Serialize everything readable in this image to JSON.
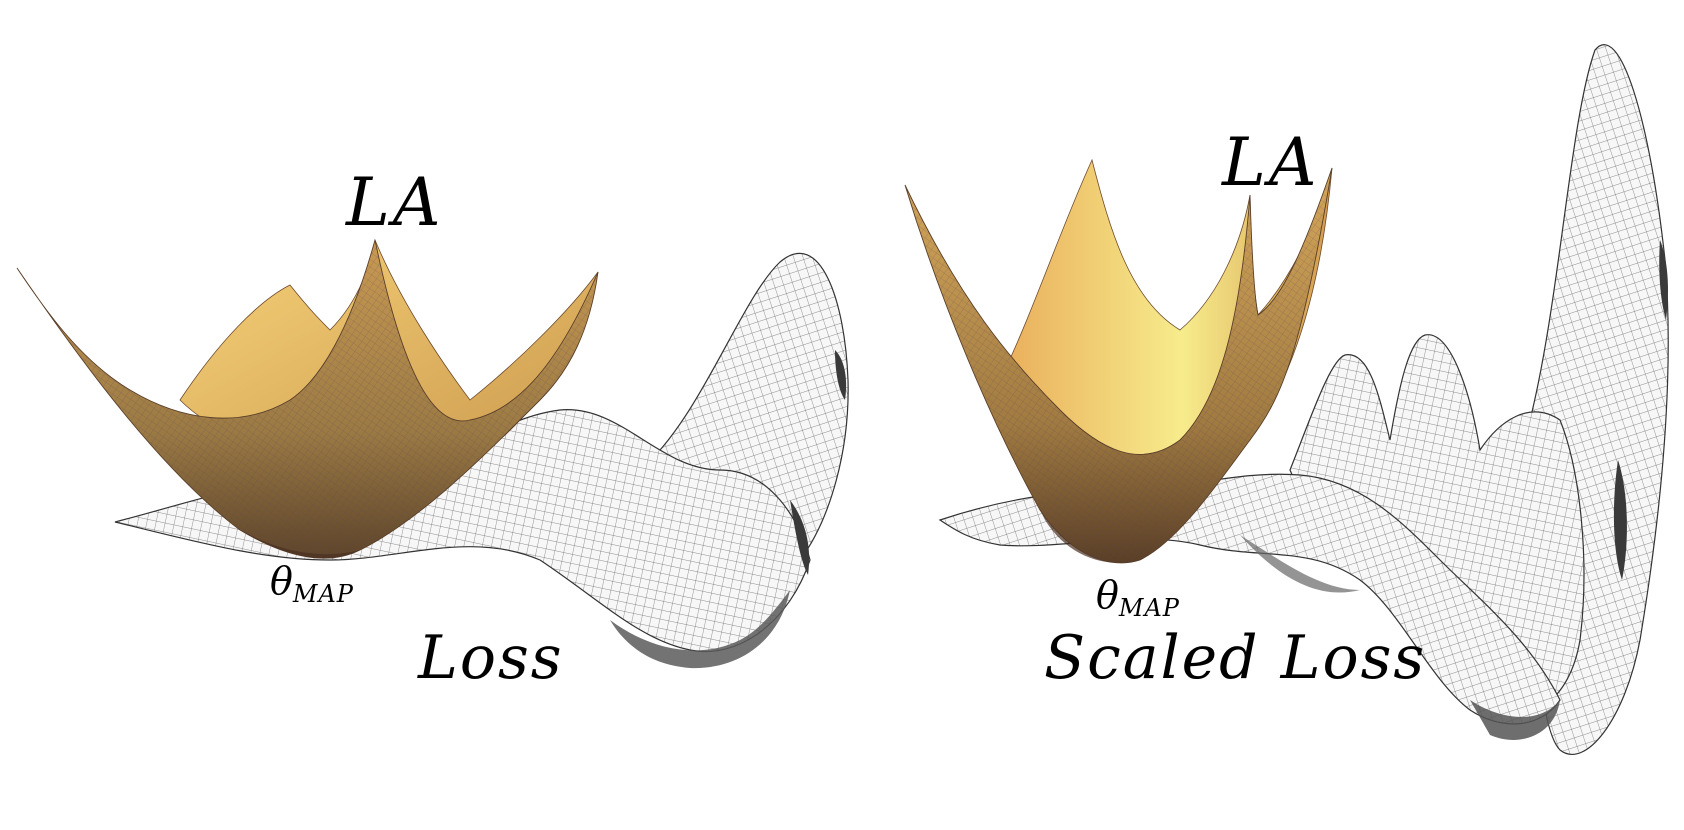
{
  "panels": [
    {
      "approx_label": "LA",
      "surface_label": "Loss",
      "mode_symbol": "θ",
      "mode_subscript": "MAP"
    },
    {
      "approx_label": "LA",
      "surface_label": "Scaled Loss",
      "mode_symbol": "θ",
      "mode_subscript": "MAP"
    }
  ],
  "colors": {
    "laplace_surface_light": "#f2c46a",
    "laplace_surface_dark": "#7a5a2e",
    "loss_surface": "#f4f4f4",
    "loss_grid": "#555555",
    "text": "#000000"
  }
}
